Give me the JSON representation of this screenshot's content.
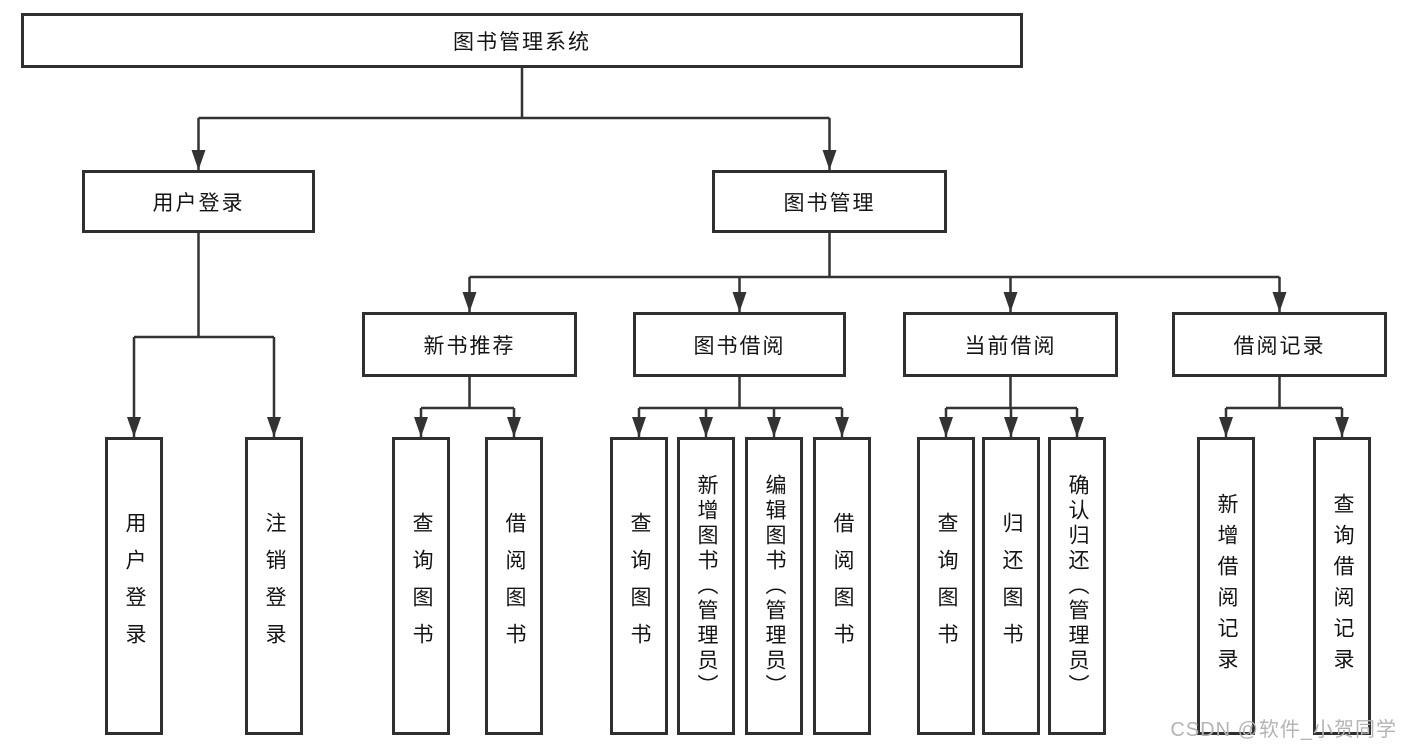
{
  "diagram": {
    "root": {
      "label": "图书管理系统"
    },
    "level2": {
      "user_login": {
        "label": "用户登录"
      },
      "book_mgmt": {
        "label": "图书管理"
      }
    },
    "level3": {
      "new_books": {
        "label": "新书推荐"
      },
      "book_borrow": {
        "label": "图书借阅"
      },
      "current_borrow": {
        "label": "当前借阅"
      },
      "borrow_records": {
        "label": "借阅记录"
      }
    },
    "leaves": {
      "user_login": [
        "用户登录",
        "注销登录"
      ],
      "new_books": [
        "查询图书",
        "借阅图书"
      ],
      "book_borrow": [
        "查询图书",
        "新增图书（管理员）",
        "编辑图书（管理员）",
        "借阅图书"
      ],
      "current_borrow": [
        "查询图书",
        "归还图书",
        "确认归还（管理员）"
      ],
      "borrow_records": [
        "新增借阅记录",
        "查询借阅记录"
      ]
    }
  },
  "watermark": "CSDN @软件_小贺同学",
  "colors": {
    "line": "#333333",
    "box_border": "#2f2f2f",
    "box_bg": "#ffffff",
    "text": "#141414",
    "watermark": "#b4b4b4"
  }
}
